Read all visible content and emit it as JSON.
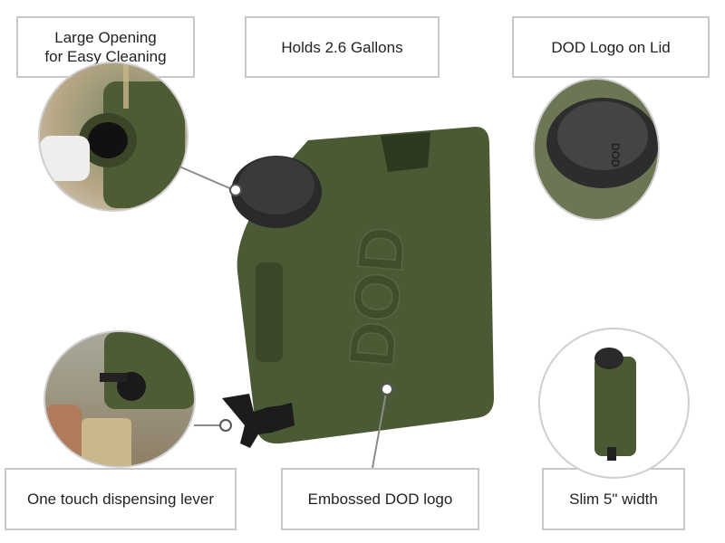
{
  "callouts": {
    "large_opening": "Large Opening\nfor Easy Cleaning",
    "capacity": "Holds 2.6 Gallons",
    "lid_logo": "DOD Logo on Lid",
    "lever": "One touch dispensing lever",
    "embossed": "Embossed DOD logo",
    "slim": "Slim 5\" width"
  },
  "logo": "DOD",
  "colors": {
    "product_green": "#4a5a34",
    "cap": "#2a2a2a",
    "border": "#c8c8c8",
    "connector": "#8a8a8a"
  }
}
